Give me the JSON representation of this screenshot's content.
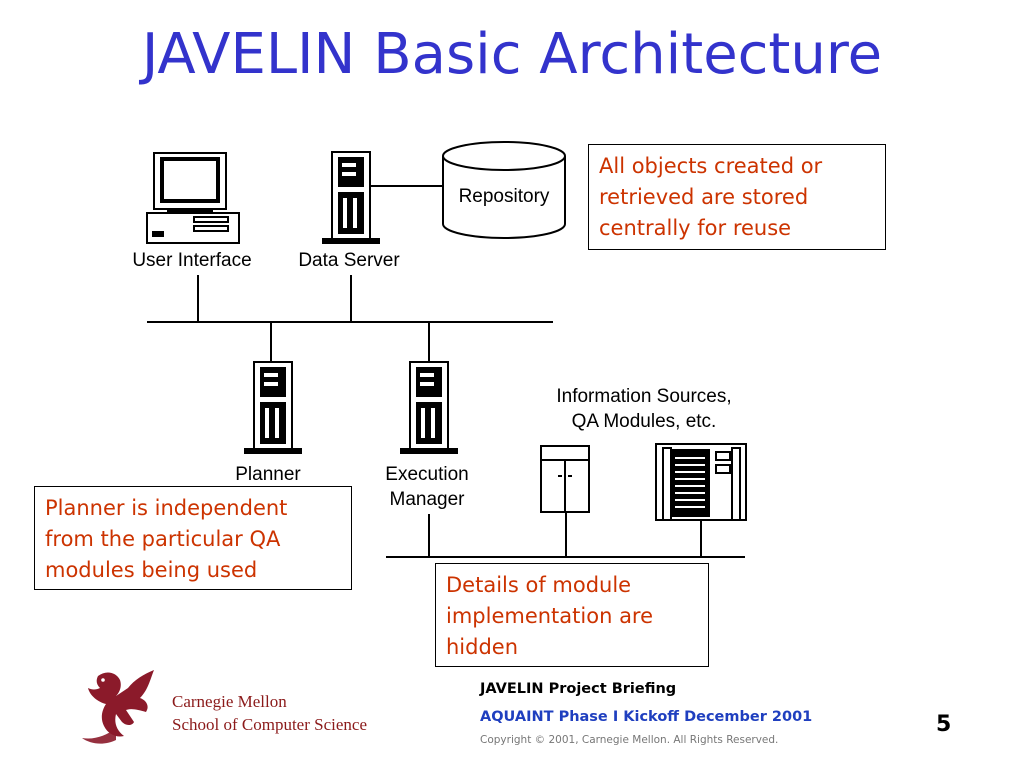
{
  "slide": {
    "title": "JAVELIN Basic Architecture",
    "page_number": "5"
  },
  "diagram": {
    "nodes": {
      "user_interface": "User Interface",
      "data_server": "Data Server",
      "repository": "Repository",
      "planner": "Planner",
      "execution_manager_line1": "Execution",
      "execution_manager_line2": "Manager",
      "info_sources_line1": "Information Sources,",
      "info_sources_line2": "QA Modules, etc."
    },
    "icons": [
      "desktop-computer-icon",
      "server-tower-icon",
      "database-cylinder-icon",
      "server-cabinet-icon",
      "server-rack-icon"
    ]
  },
  "callouts": {
    "repository_note": [
      "All objects created or",
      "retrieved are stored",
      "centrally for reuse"
    ],
    "planner_note": [
      "Planner is independent",
      "from the particular QA",
      "modules being used"
    ],
    "module_note": [
      "Details of module",
      "implementation are",
      "hidden"
    ]
  },
  "footer": {
    "org_line1": "Carnegie Mellon",
    "org_line2": "School of Computer Science",
    "brief_line1": "JAVELIN Project Briefing",
    "brief_line2": "AQUAINT Phase I Kickoff December 2001",
    "copyright": "Copyright © 2001, Carnegie Mellon. All Rights Reserved."
  },
  "colors": {
    "title": "#3333cc",
    "callout_text": "#cc3300",
    "footer_org": "#8b1a1a",
    "footer_brief_line2": "#1f3fbf",
    "logo": "#8b1a2a"
  }
}
